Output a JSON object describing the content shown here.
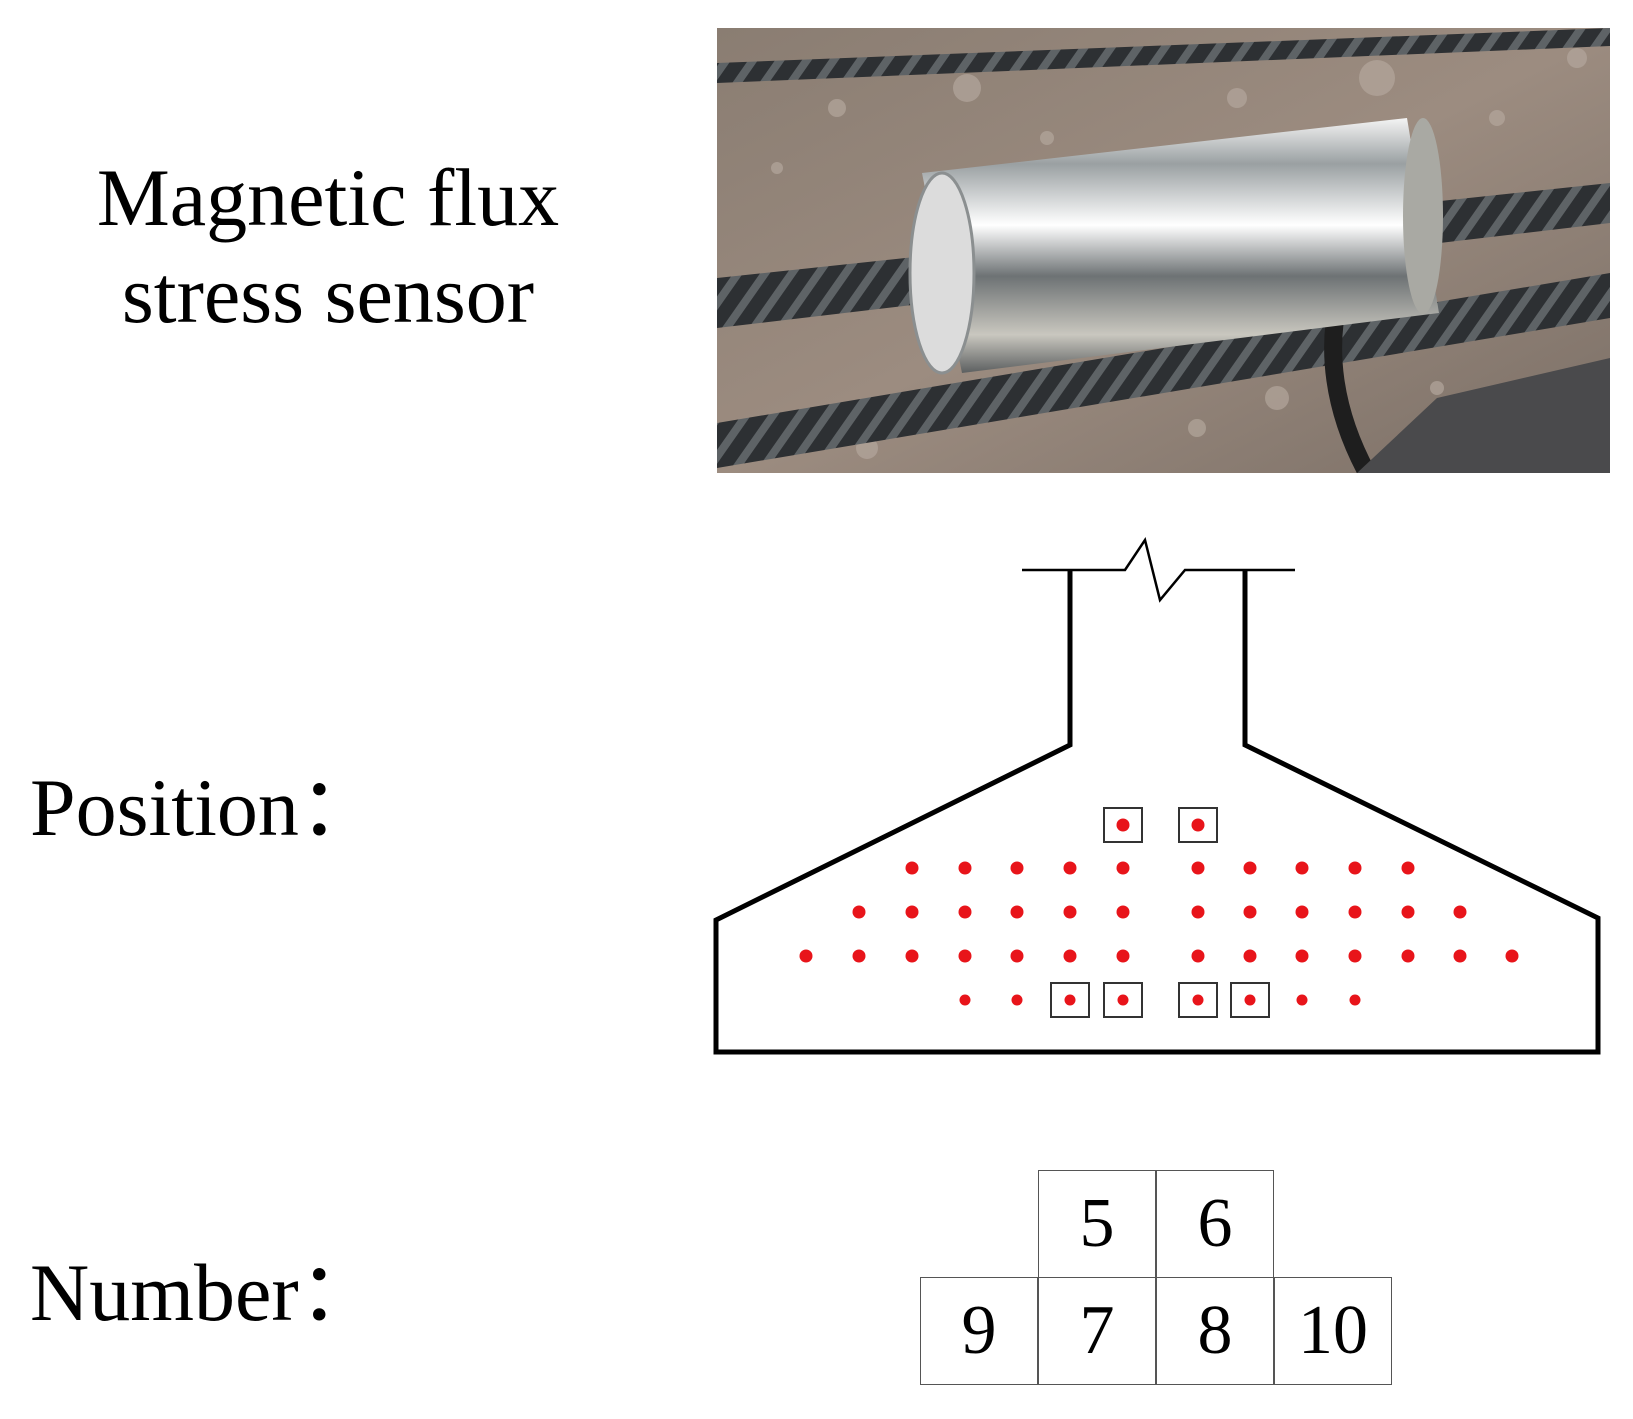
{
  "labels": {
    "sensor": "Magnetic flux stress sensor",
    "position": "Position：",
    "number": "Number："
  },
  "colors": {
    "strand_dot": "#e8141a",
    "outline": "#000000"
  },
  "numbers": {
    "top": [
      "5",
      "6"
    ],
    "bottom": [
      "9",
      "7",
      "8",
      "10"
    ]
  }
}
